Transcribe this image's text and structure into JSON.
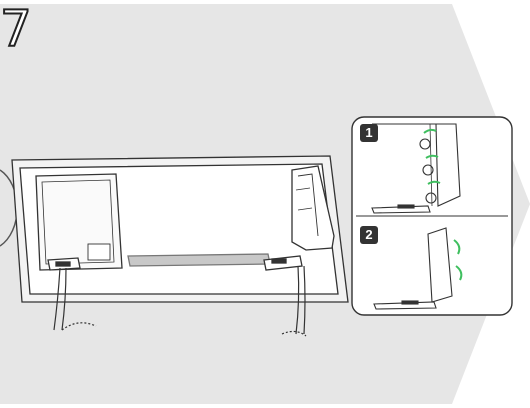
{
  "step": {
    "number": "7"
  },
  "inset": {
    "substeps": [
      {
        "label": "1"
      },
      {
        "label": "2"
      }
    ]
  },
  "colors": {
    "background": "#e6e6e6",
    "arrow_accent": "#3fbf5f",
    "line": "#333333",
    "badge": "#333333"
  },
  "icons": {
    "tv_back": "tv-rear-panel-illustration",
    "cables": "power-cable-illustration",
    "arrows": "green-curved-arrow-icon"
  }
}
